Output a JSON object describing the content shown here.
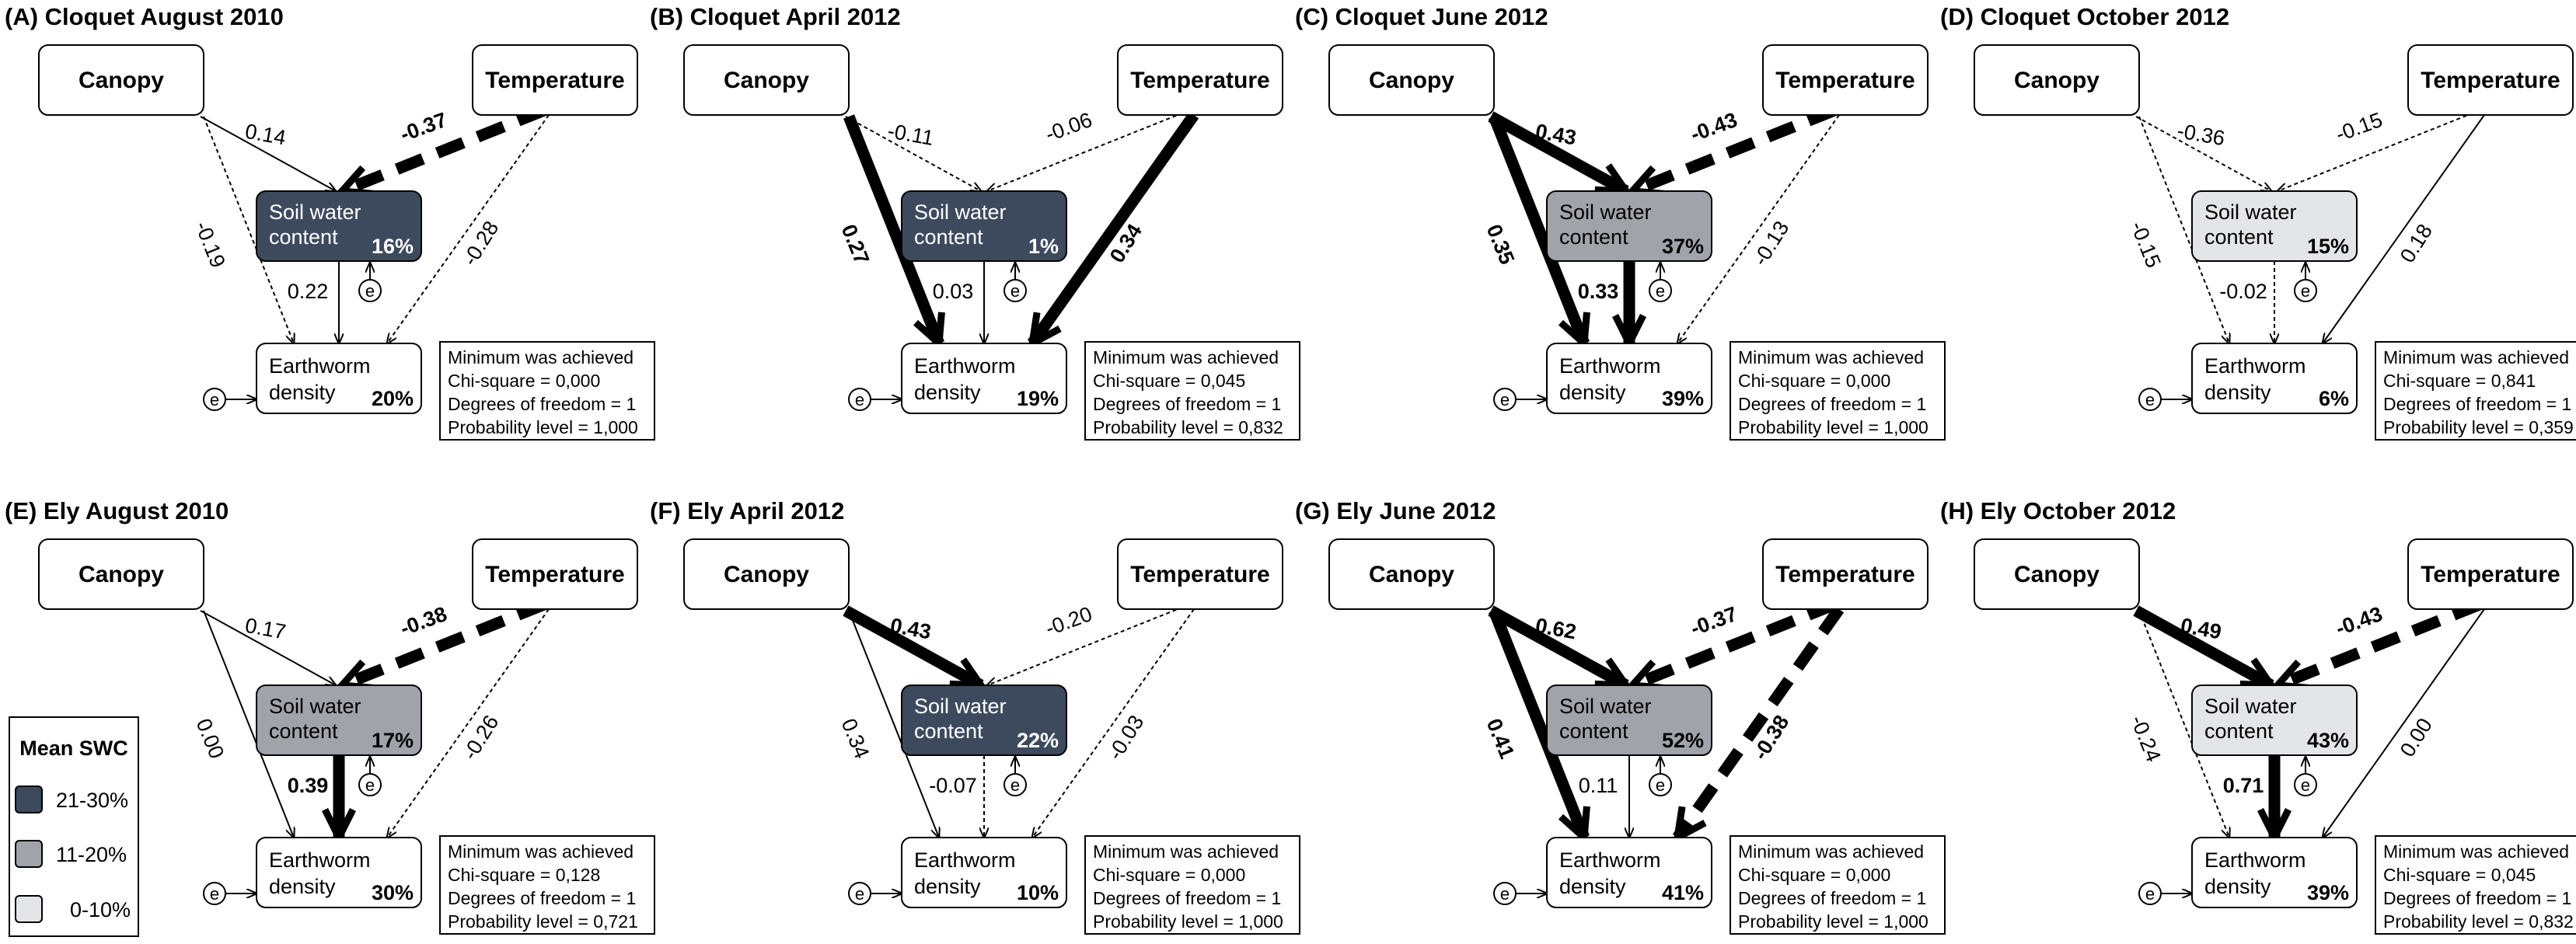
{
  "colors": {
    "dark": "#3d4a5e",
    "mid": "#a0a3aa",
    "light": "#e4e5e8",
    "white": "#ffffff",
    "stroke": "#000000"
  },
  "labels": {
    "canopy": "Canopy",
    "temperature": "Temperature",
    "swc_line1": "Soil water",
    "swc_line2": "content",
    "ew_line1": "Earthworm",
    "ew_line2": "density",
    "error": "e"
  },
  "legend": {
    "title": "Mean SWC",
    "items": [
      {
        "label": "21-30%",
        "color": "dark"
      },
      {
        "label": "11-20%",
        "color": "mid"
      },
      {
        "label": "0-10%",
        "color": "light"
      }
    ]
  },
  "panels": [
    {
      "title": "(A) Cloquet August 2010",
      "swc_fill": "dark",
      "swc_r2": "16%",
      "ew_r2": "20%",
      "paths": {
        "canopy_swc": {
          "value": "0.14",
          "weight": "thin",
          "style": "solid",
          "bold": false
        },
        "temp_swc": {
          "value": "-0.37",
          "weight": "thick",
          "style": "dashed",
          "bold": true
        },
        "canopy_ew": {
          "value": "-0.19",
          "weight": "thin",
          "style": "dotted",
          "bold": false
        },
        "temp_ew": {
          "value": "-0.28",
          "weight": "thin",
          "style": "dotted",
          "bold": false
        },
        "swc_ew": {
          "value": "0.22",
          "weight": "thin",
          "style": "solid",
          "bold": false
        }
      },
      "stats": [
        "Minimum was achieved",
        "Chi-square = 0,000",
        "Degrees of freedom = 1",
        "Probability level = 1,000"
      ]
    },
    {
      "title": "(B) Cloquet April 2012",
      "swc_fill": "dark",
      "swc_r2": "1%",
      "ew_r2": "19%",
      "paths": {
        "canopy_swc": {
          "value": "-0.11",
          "weight": "thin",
          "style": "dotted",
          "bold": false
        },
        "temp_swc": {
          "value": "-0.06",
          "weight": "thin",
          "style": "dotted",
          "bold": false
        },
        "canopy_ew": {
          "value": "0.27",
          "weight": "thick",
          "style": "solid",
          "bold": true
        },
        "temp_ew": {
          "value": "0.34",
          "weight": "thick",
          "style": "solid",
          "bold": true
        },
        "swc_ew": {
          "value": "0.03",
          "weight": "thin",
          "style": "solid",
          "bold": false
        }
      },
      "stats": [
        "Minimum was achieved",
        "Chi-square = 0,045",
        "Degrees of freedom = 1",
        "Probability level = 0,832"
      ]
    },
    {
      "title": "(C) Cloquet June 2012",
      "swc_fill": "mid",
      "swc_r2": "37%",
      "ew_r2": "39%",
      "paths": {
        "canopy_swc": {
          "value": "0.43",
          "weight": "thick",
          "style": "solid",
          "bold": true
        },
        "temp_swc": {
          "value": "-0.43",
          "weight": "thick",
          "style": "dashed",
          "bold": true
        },
        "canopy_ew": {
          "value": "0.35",
          "weight": "thick",
          "style": "solid",
          "bold": true
        },
        "temp_ew": {
          "value": "-0.13",
          "weight": "thin",
          "style": "dotted",
          "bold": false
        },
        "swc_ew": {
          "value": "0.33",
          "weight": "thick",
          "style": "solid",
          "bold": true
        }
      },
      "stats": [
        "Minimum was achieved",
        "Chi-square = 0,000",
        "Degrees of freedom = 1",
        "Probability level = 1,000"
      ]
    },
    {
      "title": "(D) Cloquet October 2012",
      "swc_fill": "light",
      "swc_r2": "15%",
      "ew_r2": "6%",
      "paths": {
        "canopy_swc": {
          "value": "-0.36",
          "weight": "thin",
          "style": "dotted",
          "bold": false
        },
        "temp_swc": {
          "value": "-0.15",
          "weight": "thin",
          "style": "dotted",
          "bold": false
        },
        "canopy_ew": {
          "value": "-0.15",
          "weight": "thin",
          "style": "dotted",
          "bold": false
        },
        "temp_ew": {
          "value": "0.18",
          "weight": "thin",
          "style": "solid",
          "bold": false
        },
        "swc_ew": {
          "value": "-0.02",
          "weight": "thin",
          "style": "dotted",
          "bold": false
        }
      },
      "stats": [
        "Minimum was achieved",
        "Chi-square = 0,841",
        "Degrees of freedom = 1",
        "Probability level = 0,359"
      ]
    },
    {
      "title": "(E) Ely August 2010",
      "swc_fill": "mid",
      "swc_r2": "17%",
      "ew_r2": "30%",
      "paths": {
        "canopy_swc": {
          "value": "0.17",
          "weight": "thin",
          "style": "solid",
          "bold": false
        },
        "temp_swc": {
          "value": "-0.38",
          "weight": "thick",
          "style": "dashed",
          "bold": true
        },
        "canopy_ew": {
          "value": "0.00",
          "weight": "thin",
          "style": "solid",
          "bold": false
        },
        "temp_ew": {
          "value": "-0.26",
          "weight": "thin",
          "style": "dotted",
          "bold": false
        },
        "swc_ew": {
          "value": "0.39",
          "weight": "thick",
          "style": "solid",
          "bold": true
        }
      },
      "stats": [
        "Minimum was achieved",
        "Chi-square = 0,128",
        "Degrees of freedom = 1",
        "Probability level = 0,721"
      ]
    },
    {
      "title": "(F) Ely April 2012",
      "swc_fill": "dark",
      "swc_r2": "22%",
      "ew_r2": "10%",
      "paths": {
        "canopy_swc": {
          "value": "0.43",
          "weight": "thick",
          "style": "solid",
          "bold": true
        },
        "temp_swc": {
          "value": "-0.20",
          "weight": "thin",
          "style": "dotted",
          "bold": false
        },
        "canopy_ew": {
          "value": "0.34",
          "weight": "thin",
          "style": "solid",
          "bold": false
        },
        "temp_ew": {
          "value": "-0.03",
          "weight": "thin",
          "style": "dotted",
          "bold": false
        },
        "swc_ew": {
          "value": "-0.07",
          "weight": "thin",
          "style": "dotted",
          "bold": false
        }
      },
      "stats": [
        "Minimum was achieved",
        "Chi-square = 0,000",
        "Degrees of freedom = 1",
        "Probability level = 1,000"
      ]
    },
    {
      "title": "(G) Ely June 2012",
      "swc_fill": "mid",
      "swc_r2": "52%",
      "ew_r2": "41%",
      "paths": {
        "canopy_swc": {
          "value": "0.62",
          "weight": "thick",
          "style": "solid",
          "bold": true
        },
        "temp_swc": {
          "value": "-0.37",
          "weight": "thick",
          "style": "dashed",
          "bold": true
        },
        "canopy_ew": {
          "value": "0.41",
          "weight": "thick",
          "style": "solid",
          "bold": true
        },
        "temp_ew": {
          "value": "-0.38",
          "weight": "thick",
          "style": "dashed",
          "bold": true
        },
        "swc_ew": {
          "value": "0.11",
          "weight": "thin",
          "style": "solid",
          "bold": false
        }
      },
      "stats": [
        "Minimum was achieved",
        "Chi-square = 0,000",
        "Degrees of freedom = 1",
        "Probability level = 1,000"
      ]
    },
    {
      "title": "(H) Ely October 2012",
      "swc_fill": "light",
      "swc_r2": "43%",
      "ew_r2": "39%",
      "paths": {
        "canopy_swc": {
          "value": "0.49",
          "weight": "thick",
          "style": "solid",
          "bold": true
        },
        "temp_swc": {
          "value": "-0.43",
          "weight": "thick",
          "style": "dashed",
          "bold": true
        },
        "canopy_ew": {
          "value": "-0.24",
          "weight": "thin",
          "style": "dotted",
          "bold": false
        },
        "temp_ew": {
          "value": "0.00",
          "weight": "thin",
          "style": "solid",
          "bold": false
        },
        "swc_ew": {
          "value": "0.71",
          "weight": "thick",
          "style": "solid",
          "bold": true
        }
      },
      "stats": [
        "Minimum was achieved",
        "Chi-square = 0,045",
        "Degrees of freedom = 1",
        "Probability level = 0,832"
      ]
    }
  ]
}
